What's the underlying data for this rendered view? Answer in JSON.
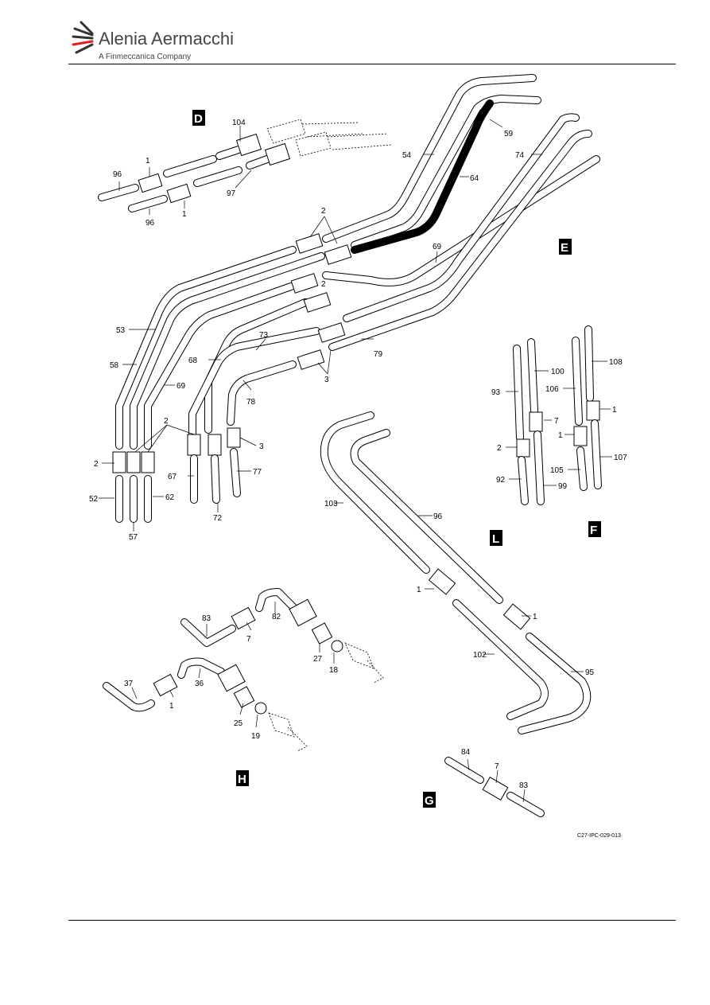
{
  "header": {
    "brand": "Alenia Aermacchi",
    "tagline": "A Finmeccanica Company"
  },
  "figure": {
    "id": "C27-IPC-029-013",
    "views": [
      "D",
      "E",
      "F",
      "L",
      "H",
      "G"
    ]
  },
  "callouts": {
    "c1a": "1",
    "c1b": "1",
    "c96a": "96",
    "c96b": "96",
    "c97": "97",
    "c104": "104",
    "c54": "54",
    "c59": "59",
    "c64": "64",
    "c74": "74",
    "c2top": "2",
    "c69a": "69",
    "c2mid": "2",
    "c53": "53",
    "c58": "58",
    "c69b": "69",
    "c73": "73",
    "c68": "68",
    "c79": "79",
    "c3a": "3",
    "c78": "78",
    "c2left": "2",
    "c2b": "2",
    "c3b": "3",
    "c52": "52",
    "c57": "57",
    "c62": "62",
    "c67": "67",
    "c72": "72",
    "c77": "77",
    "c100": "100",
    "c93": "93",
    "c7f": "7",
    "c2f": "2",
    "c92": "92",
    "c99": "99",
    "c108": "108",
    "c106": "106",
    "c1f1": "1",
    "c1f2": "1",
    "c105": "105",
    "c107": "107",
    "c103": "103",
    "c96l": "96",
    "c1l1": "1",
    "c1l2": "1",
    "c102": "102",
    "c95": "95",
    "c83h": "83",
    "c82": "82",
    "c7h": "7",
    "c27": "27",
    "c18": "18",
    "c37": "37",
    "c36": "36",
    "c1h": "1",
    "c25": "25",
    "c19": "19",
    "c84": "84",
    "c7g": "7",
    "c83g": "83"
  }
}
